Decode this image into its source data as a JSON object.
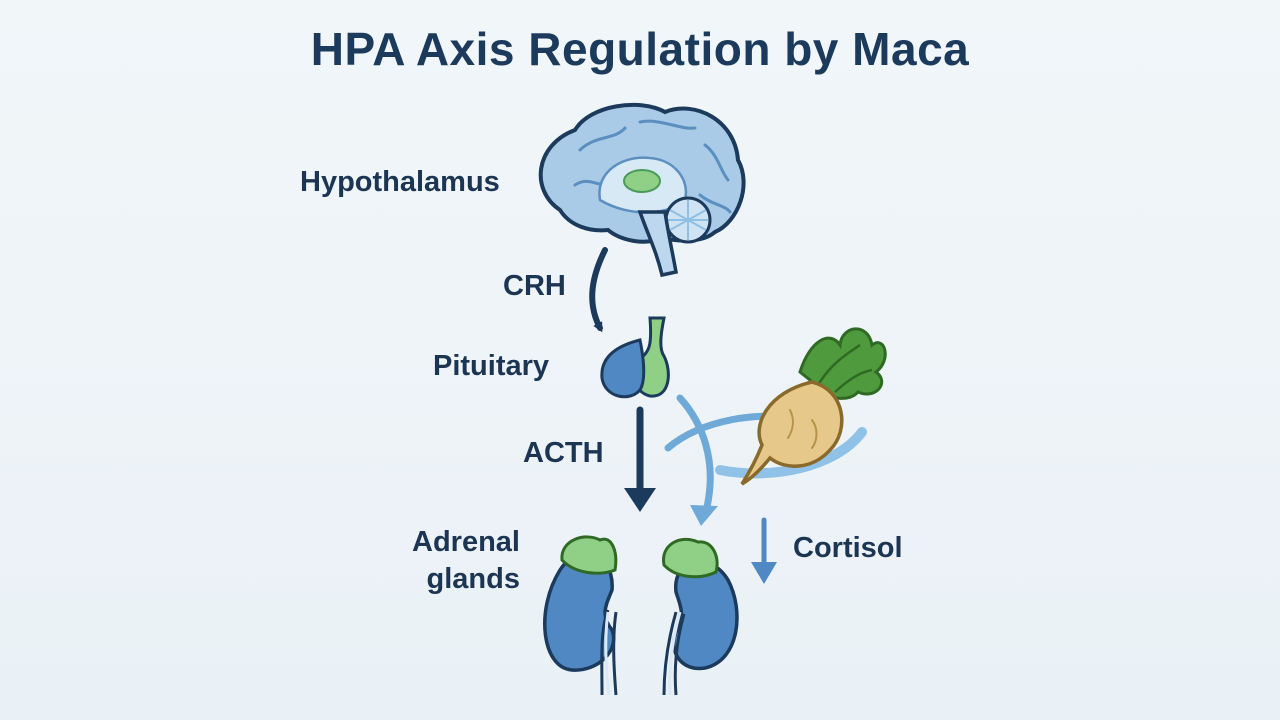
{
  "diagram": {
    "title": "HPA Axis Regulation by Maca",
    "labels": {
      "hypothalamus": "Hypothalamus",
      "crh": "CRH",
      "pituitary": "Pituitary",
      "acth": "ACTH",
      "adrenal_line1": "Adrenal",
      "adrenal_line2": "glands",
      "cortisol": "Cortisol"
    },
    "colors": {
      "dark_navy": "#1c3a5c",
      "organ_blue": "#4f88c2",
      "light_blue": "#8fbfe3",
      "gland_green": "#8fcf86",
      "maca_root": "#e6c98a",
      "leaf_green": "#4f9a3d",
      "background": "#eef4f8"
    },
    "icons": [
      "brain-icon",
      "pituitary-gland-icon",
      "maca-root-icon",
      "kidney-icon",
      "adrenal-gland-icon"
    ]
  }
}
